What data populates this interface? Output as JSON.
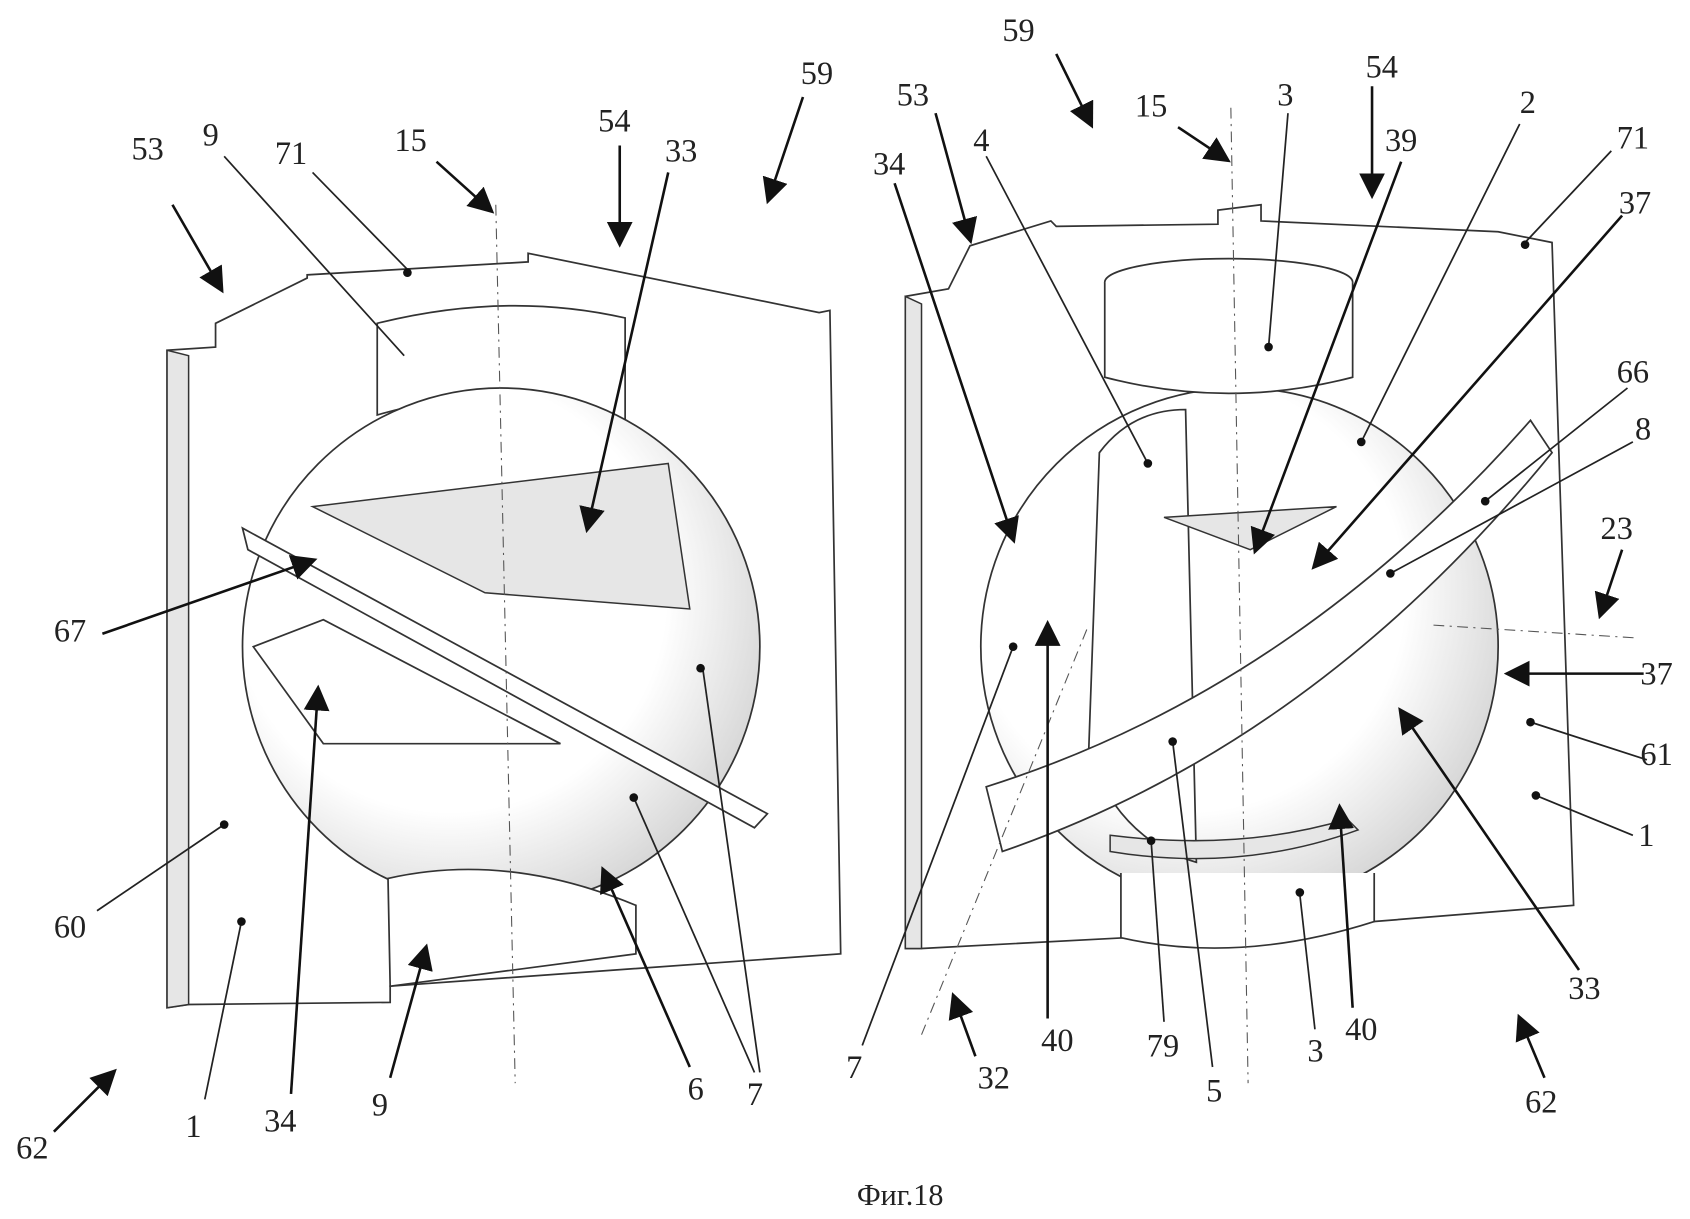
{
  "caption": "Фиг.18",
  "left_view": {
    "labels": [
      "53",
      "9",
      "71",
      "15",
      "54",
      "33",
      "59",
      "67",
      "60",
      "1",
      "34",
      "9",
      "6",
      "7",
      "62"
    ]
  },
  "right_view": {
    "labels": [
      "59",
      "53",
      "15",
      "3",
      "54",
      "39",
      "2",
      "71",
      "34",
      "4",
      "37",
      "66",
      "8",
      "23",
      "37",
      "61",
      "1",
      "33",
      "62",
      "7",
      "40",
      "79",
      "5",
      "3",
      "40",
      "32"
    ]
  }
}
